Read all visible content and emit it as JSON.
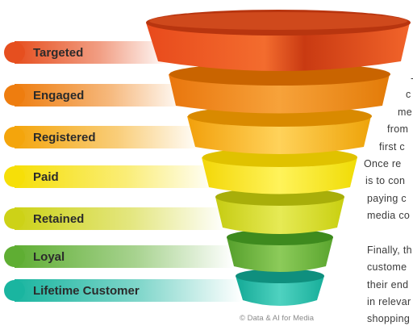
{
  "funnel": {
    "stages": [
      {
        "label": "Targeted",
        "color": "#e64f1f"
      },
      {
        "label": "Engaged",
        "color": "#ee7d0f"
      },
      {
        "label": "Registered",
        "color": "#f4a50c"
      },
      {
        "label": "Paid",
        "color": "#f6df08"
      },
      {
        "label": "Retained",
        "color": "#cdd217"
      },
      {
        "label": "Loyal",
        "color": "#5fae33"
      },
      {
        "label": "Lifetime Customer",
        "color": "#1ab5a0"
      }
    ]
  },
  "side_text": {
    "lines": [
      "-",
      "c",
      "me",
      "from",
      "first c",
      "Once re",
      "is to con",
      "paying c",
      "media co",
      "Finally, th",
      "custome",
      "their end",
      "in relevar",
      "shopping"
    ]
  },
  "credit": "© Data & AI for Media"
}
